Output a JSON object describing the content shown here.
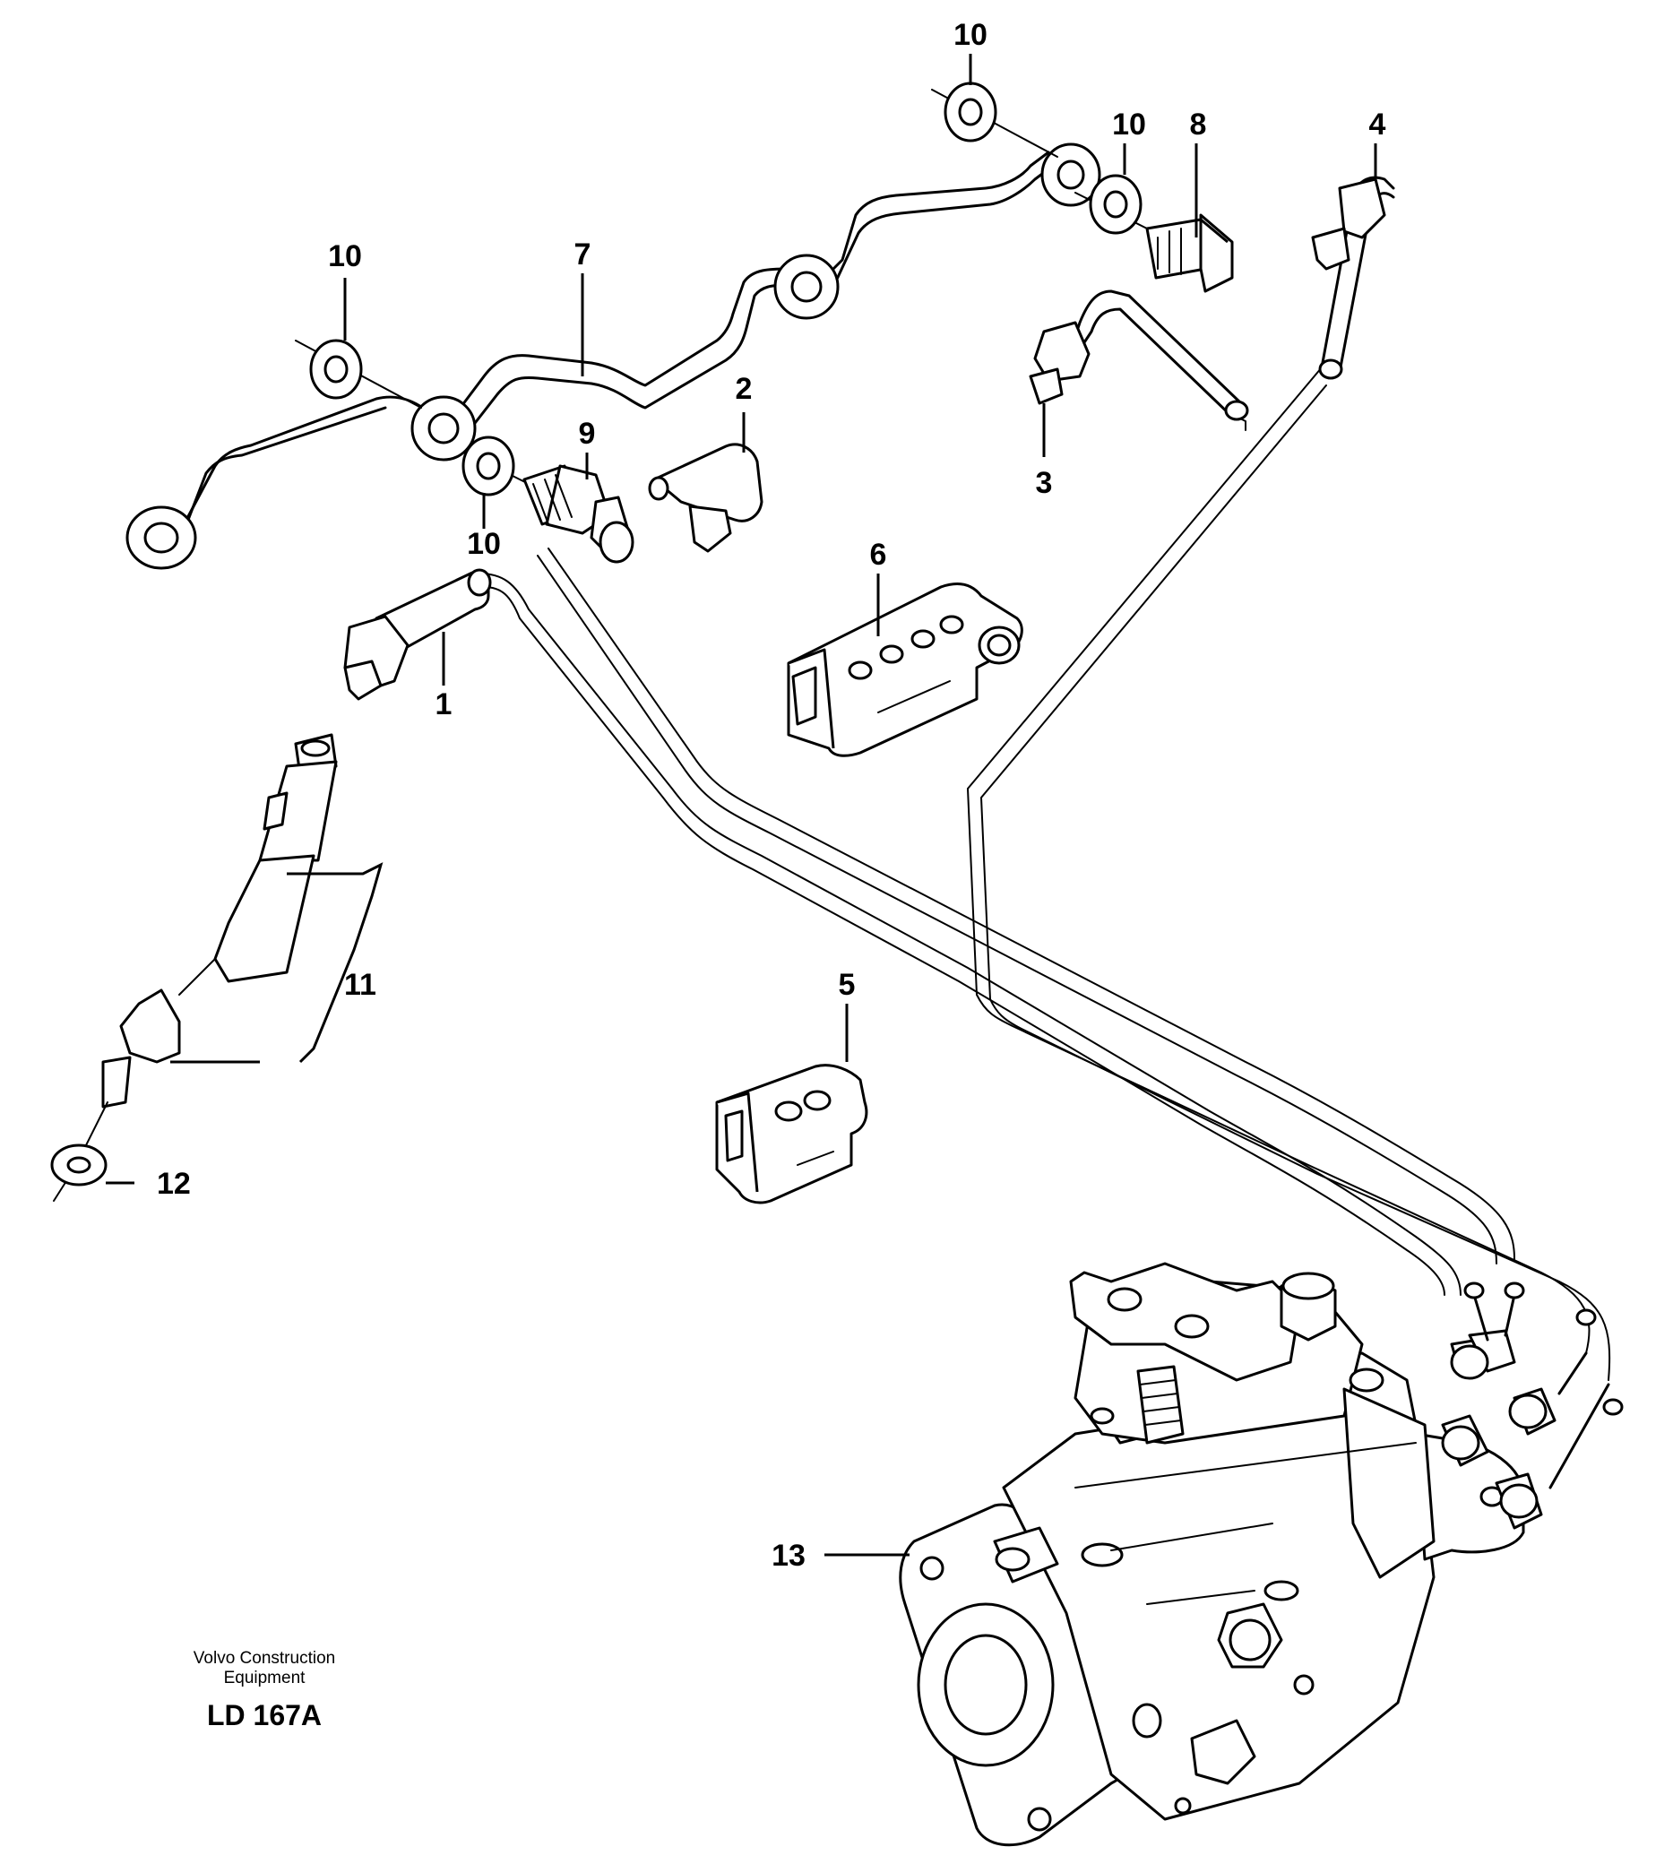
{
  "callouts": [
    "1",
    "2",
    "3",
    "4",
    "5",
    "6",
    "7",
    "8",
    "9",
    "10",
    "11",
    "12",
    "13"
  ],
  "credit": {
    "line1": "Volvo Construction",
    "line2": "Equipment",
    "code": "LD 167A"
  }
}
